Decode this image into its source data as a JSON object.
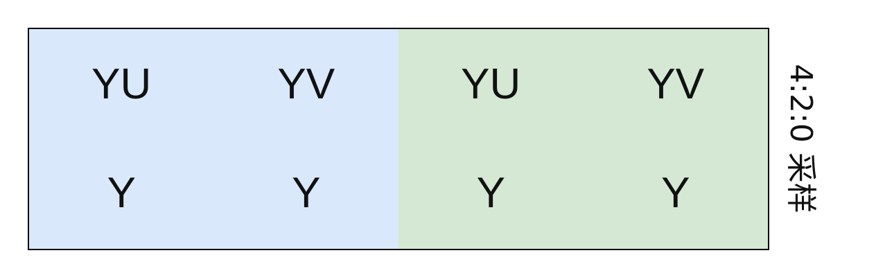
{
  "colors": {
    "group1_bg": "#dae8fc",
    "group2_bg": "#d5e8d4",
    "border": "#000000"
  },
  "groups": [
    {
      "top": [
        "YU",
        "YV"
      ],
      "bottom": [
        "Y",
        "Y"
      ]
    },
    {
      "top": [
        "YU",
        "YV"
      ],
      "bottom": [
        "Y",
        "Y"
      ]
    }
  ],
  "side_label": "4:2:0 采样"
}
